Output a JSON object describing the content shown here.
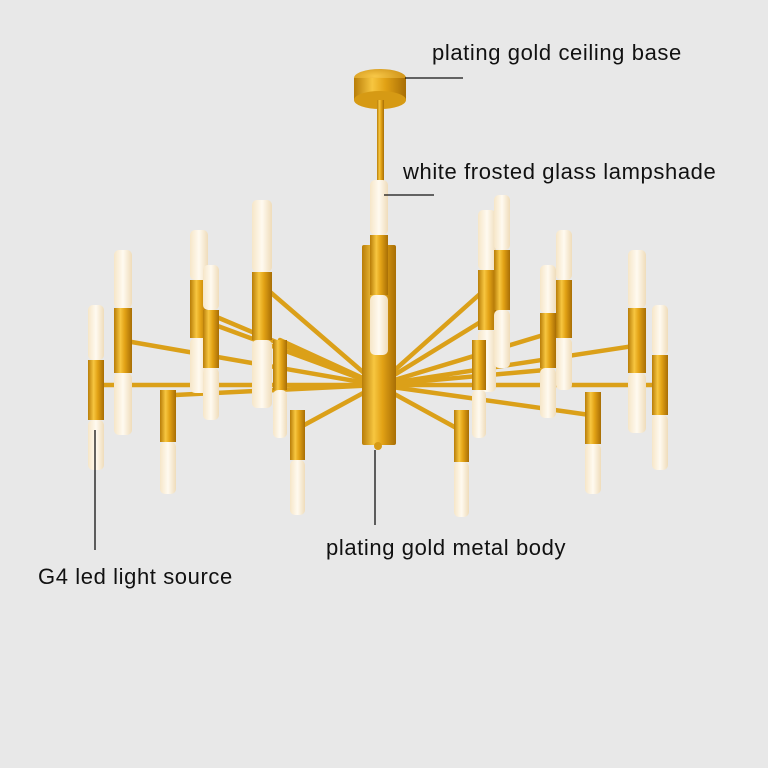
{
  "figure": {
    "subject": "gold chandelier with frosted glass tube lights",
    "background_color": "#e8e8e8",
    "metal_color": "#e0a418",
    "glass_color": "#fff6e6",
    "line_color": "#111111"
  },
  "annotations": [
    {
      "id": "ceiling-base",
      "text": "plating gold ceiling base"
    },
    {
      "id": "lampshade",
      "text": "white frosted glass lampshade"
    },
    {
      "id": "metal-body",
      "text": "plating gold metal body"
    },
    {
      "id": "light-source",
      "text": "G4 led light source"
    }
  ]
}
